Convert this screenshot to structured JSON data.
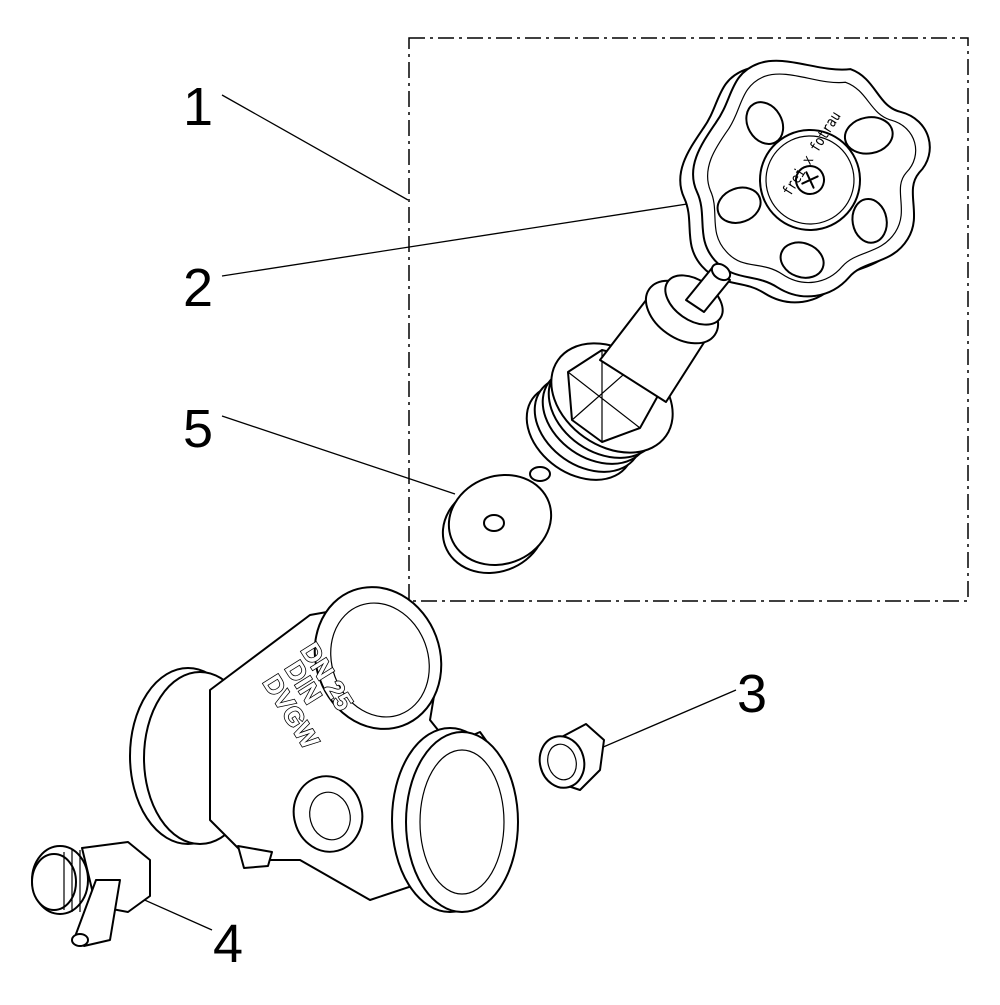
{
  "callouts": [
    {
      "id": "1",
      "label": "1"
    },
    {
      "id": "2",
      "label": "2"
    },
    {
      "id": "3",
      "label": "3"
    },
    {
      "id": "4",
      "label": "4"
    },
    {
      "id": "5",
      "label": "5"
    }
  ],
  "body_marking": {
    "line1": "DN 25",
    "line2": "DIN",
    "line3": "DVGW"
  },
  "handwheel_marking": {
    "hub_text": "frei x fotrau"
  }
}
